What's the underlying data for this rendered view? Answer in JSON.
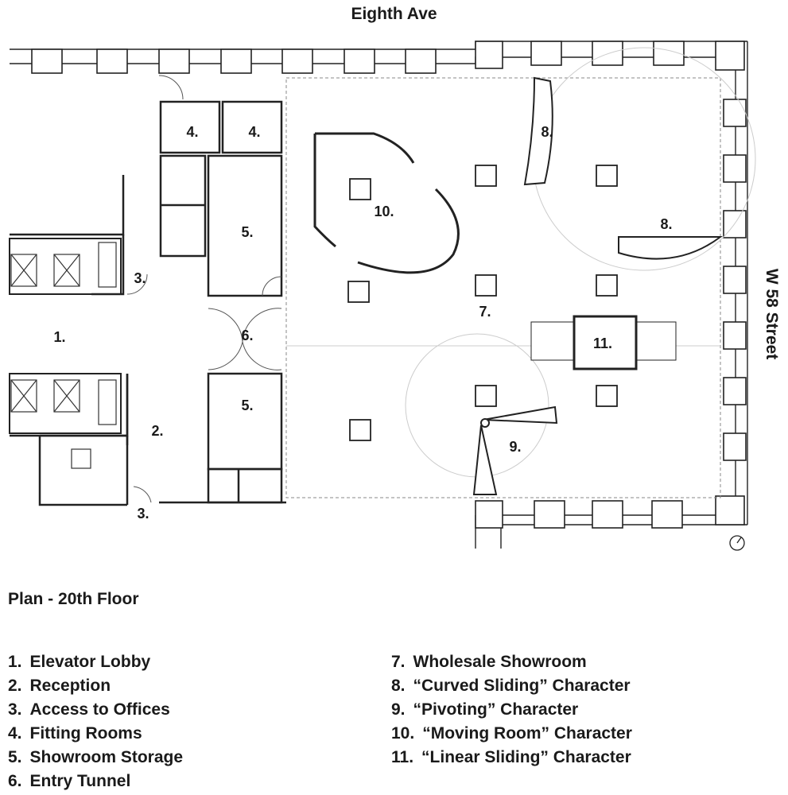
{
  "streets": {
    "top": "Eighth Ave",
    "right": "W 58 Street"
  },
  "plan_title": "Plan - 20th Floor",
  "room_tags": {
    "elevator_lobby": "1.",
    "reception": "2.",
    "access_offices_top": "3.",
    "access_offices_bottom": "3.",
    "fitting_room_a": "4.",
    "fitting_room_b": "4.",
    "storage_top": "5.",
    "storage_bottom": "5.",
    "entry_tunnel": "6.",
    "wholesale_showroom": "7.",
    "curved_sliding_top": "8.",
    "curved_sliding_right": "8.",
    "pivoting": "9.",
    "moving_room": "10.",
    "linear_sliding": "11."
  },
  "legend_left": [
    {
      "num": "1.",
      "label": "Elevator Lobby"
    },
    {
      "num": "2.",
      "label": "Reception"
    },
    {
      "num": "3.",
      "label": "Access to Offices"
    },
    {
      "num": "4.",
      "label": "Fitting Rooms"
    },
    {
      "num": "5.",
      "label": "Showroom Storage"
    },
    {
      "num": "6.",
      "label": "Entry Tunnel"
    }
  ],
  "legend_right": [
    {
      "num": "7.",
      "label": "Wholesale Showroom"
    },
    {
      "num": "8.",
      "label": "“Curved Sliding” Character"
    },
    {
      "num": "9.",
      "label": "“Pivoting” Character"
    },
    {
      "num": "10.",
      "label": "“Moving Room” Character"
    },
    {
      "num": "11.",
      "label": "“Linear Sliding” Character"
    }
  ]
}
